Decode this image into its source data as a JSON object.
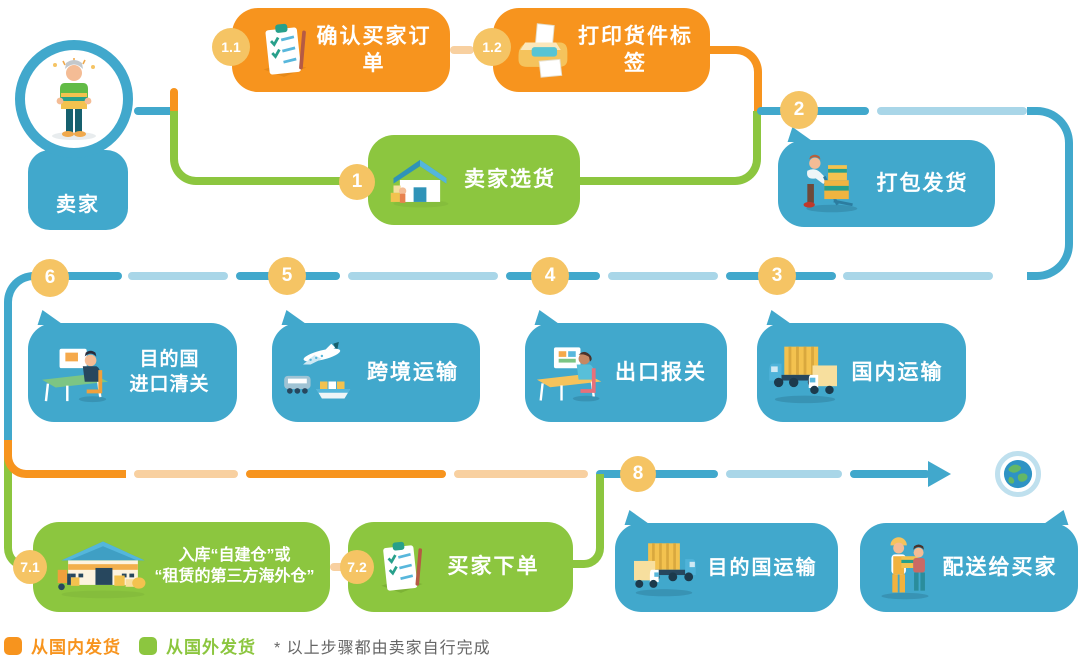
{
  "colors": {
    "blue": "#41a8cc",
    "light_blue": "#a9d6e8",
    "orange": "#f7941e",
    "light_orange": "#f8d0a0",
    "green": "#8cc63f",
    "badge_yellow": "#f5c464",
    "note_gray": "#666666"
  },
  "seller": {
    "label": "卖家"
  },
  "badges": {
    "b11": "1.1",
    "b12": "1.2",
    "b1": "1",
    "b2": "2",
    "b3": "3",
    "b4": "4",
    "b5": "5",
    "b6": "6",
    "b71": "7.1",
    "b72": "7.2",
    "b8": "8"
  },
  "boxes": {
    "confirm_order": "确认买家订单",
    "print_label": "打印货件标签",
    "pick_goods": "卖家选货",
    "pack_ship": "打包发货",
    "domestic_transport": "国内运输",
    "export_customs": "出口报关",
    "crossborder_transport": "跨境运输",
    "import_clearance": {
      "l1": "目的国",
      "l2": "进口清关"
    },
    "warehouse": {
      "l1": "入库“自建仓”或",
      "l2": "“租赁的第三方海外仓”"
    },
    "buyer_order": "买家下单",
    "dest_transport": "目的国运输",
    "deliver_buyer": "配送给买家"
  },
  "legend": {
    "domestic": "从国内发货",
    "overseas": "从国外发货",
    "note": "* 以上步骤都由卖家自行完成"
  }
}
